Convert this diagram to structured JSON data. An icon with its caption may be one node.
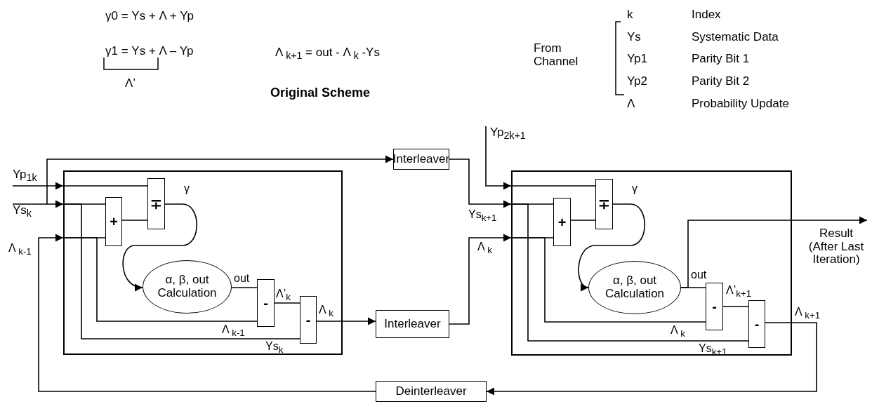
{
  "diagram": {
    "title": "Original Scheme",
    "nodes": [
      {
        "text": [],
        "shape": "box"
      },
      {
        "text": [
          "∓"
        ],
        "in": 0
      },
      {
        "text": [
          "+"
        ],
        "in": 0
      },
      {
        "text": [
          "α, β, out Calculation"
        ],
        "in": 0
      },
      {
        "text": [
          "-"
        ],
        "in": 0
      },
      {
        "text": [
          "-"
        ],
        "in": 0
      },
      {
        "text": [
          "Interleaver"
        ]
      },
      {
        "text": [
          "Interleaver"
        ]
      },
      {
        "text": [],
        "shape": "box"
      },
      {
        "text": [
          "∓"
        ],
        "in": 8
      },
      {
        "text": [
          "+"
        ],
        "in": 8
      },
      {
        "text": [
          "α, β, out Calculation"
        ],
        "in": 8
      },
      {
        "text": [
          "-"
        ],
        "in": 8
      },
      {
        "text": [
          "-"
        ],
        "in": 8
      },
      {
        "text": [
          "Deinterleaver"
        ]
      },
      {
        "text": [
          "Yp$_{1k}$"
        ]
      },
      {
        "text": [
          "Ys$_{k}$"
        ]
      },
      {
        "text": [
          "Yp$_{2k+1}$"
        ]
      },
      {
        "text": [
          "Result (After Last Iteration)"
        ]
      }
    ],
    "edges": [
      {
        "from": 15,
        "to": 0,
        "arrow": "to"
      },
      {
        "from": 0,
        "to": 1,
        "arrow": "none"
      },
      {
        "from": 16,
        "to": 0,
        "arrow": "to"
      },
      {
        "from": 16,
        "to": 6,
        "arrow": "to"
      },
      {
        "from": 0,
        "to": 2,
        "arrow": "none"
      },
      {
        "from": 0,
        "to": 5,
        "arrow": "none",
        "label": "Ys$_{k}$"
      },
      {
        "from": 14,
        "to": 0,
        "arrow": "to",
        "label": "Λ $_{k-1}$"
      },
      {
        "from": 0,
        "to": 2,
        "arrow": "none"
      },
      {
        "from": 0,
        "to": 4,
        "arrow": "none",
        "label": "Λ $_{k-1}$"
      },
      {
        "from": 2,
        "to": 1,
        "arrow": "none"
      },
      {
        "from": 1,
        "to": 3,
        "arrow": "to",
        "label": "γ"
      },
      {
        "from": 3,
        "to": 4,
        "arrow": "none",
        "label": "out"
      },
      {
        "from": 4,
        "to": 5,
        "arrow": "none",
        "label": "Λ’$_{k}$"
      },
      {
        "from": 5,
        "to": 7,
        "arrow": "to",
        "label": "Λ $_{k}$"
      },
      {
        "from": 6,
        "to": 8,
        "arrow": "to",
        "label": "Ys$_{k+1}$"
      },
      {
        "from": 17,
        "to": 8,
        "arrow": "to"
      },
      {
        "from": 7,
        "to": 8,
        "arrow": "to",
        "label": "Λ $_{k}$"
      },
      {
        "from": 8,
        "to": 9,
        "arrow": "none"
      },
      {
        "from": 8,
        "to": 10,
        "arrow": "none"
      },
      {
        "from": 8,
        "to": 13,
        "arrow": "none",
        "label": "Ys$_{k+1}$"
      },
      {
        "from": 8,
        "to": 10,
        "arrow": "none"
      },
      {
        "from": 8,
        "to": 12,
        "arrow": "none",
        "label": "Λ $_{k}$"
      },
      {
        "from": 10,
        "to": 9,
        "arrow": "none"
      },
      {
        "from": 9,
        "to": 11,
        "arrow": "to",
        "label": "γ"
      },
      {
        "from": 11,
        "to": 12,
        "arrow": "none",
        "label": "out"
      },
      {
        "from": 11,
        "to": 18,
        "arrow": "to"
      },
      {
        "from": 12,
        "to": 13,
        "arrow": "none",
        "label": "Λ’$_{k+1}$"
      },
      {
        "from": 13,
        "to": 14,
        "arrow": "to",
        "label": "Λ $_{k+1}$"
      }
    ],
    "labels": [
      "γ0 = Ys + Λ  + Yp",
      "γ1 = Ys + Λ  – Yp",
      "Λ’",
      "Λ $_{k+1}$ = out - Λ $_{k}$ -Ys",
      "k",
      "Index",
      "From Channel",
      "Ys",
      "Systematic Data",
      "Yp1",
      "Parity Bit 1",
      "Yp2",
      "Parity Bit 2",
      "Λ",
      "Probability Update"
    ]
  }
}
